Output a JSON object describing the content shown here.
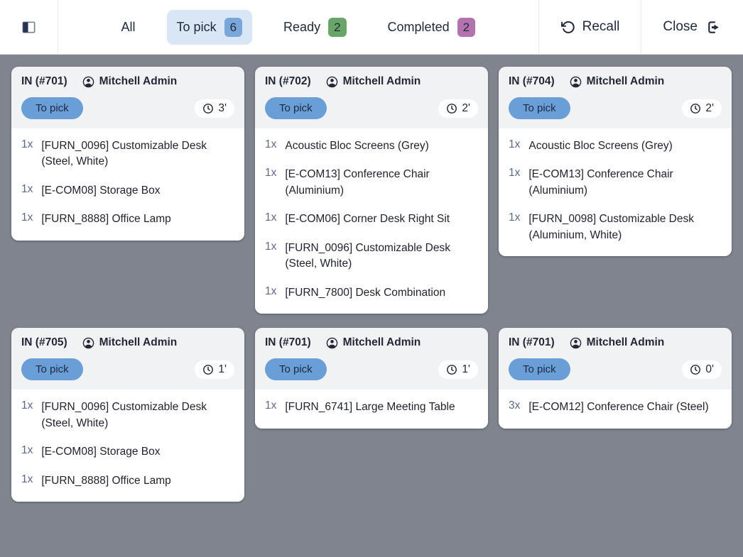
{
  "topbar": {
    "filters": {
      "all": {
        "label": "All"
      },
      "to_pick": {
        "label": "To pick",
        "count": "6"
      },
      "ready": {
        "label": "Ready",
        "count": "2"
      },
      "completed": {
        "label": "Completed",
        "count": "2"
      }
    },
    "recall": {
      "label": "Recall"
    },
    "close": {
      "label": "Close"
    }
  },
  "cards": [
    {
      "title": "IN (#701)",
      "owner": "Mitchell Admin",
      "status": "To pick",
      "time": "3'",
      "items": [
        {
          "qty": "1x",
          "name": "[FURN_0096] Customizable Desk (Steel, White)"
        },
        {
          "qty": "1x",
          "name": "[E-COM08] Storage Box"
        },
        {
          "qty": "1x",
          "name": "[FURN_8888] Office Lamp"
        }
      ]
    },
    {
      "title": "IN (#702)",
      "owner": "Mitchell Admin",
      "status": "To pick",
      "time": "2'",
      "items": [
        {
          "qty": "1x",
          "name": "Acoustic Bloc Screens (Grey)"
        },
        {
          "qty": "1x",
          "name": "[E-COM13] Conference Chair (Aluminium)"
        },
        {
          "qty": "1x",
          "name": "[E-COM06] Corner Desk Right Sit"
        },
        {
          "qty": "1x",
          "name": "[FURN_0096] Customizable Desk (Steel, White)"
        },
        {
          "qty": "1x",
          "name": "[FURN_7800] Desk Combination"
        }
      ]
    },
    {
      "title": "IN (#704)",
      "owner": "Mitchell Admin",
      "status": "To pick",
      "time": "2'",
      "items": [
        {
          "qty": "1x",
          "name": "Acoustic Bloc Screens (Grey)"
        },
        {
          "qty": "1x",
          "name": "[E-COM13] Conference Chair (Aluminium)"
        },
        {
          "qty": "1x",
          "name": "[FURN_0098] Customizable Desk (Aluminium, White)"
        }
      ]
    },
    {
      "title": "IN (#705)",
      "owner": "Mitchell Admin",
      "status": "To pick",
      "time": "1'",
      "items": [
        {
          "qty": "1x",
          "name": "[FURN_0096] Customizable Desk (Steel, White)"
        },
        {
          "qty": "1x",
          "name": "[E-COM08] Storage Box"
        },
        {
          "qty": "1x",
          "name": "[FURN_8888] Office Lamp"
        }
      ]
    },
    {
      "title": "IN (#701)",
      "owner": "Mitchell Admin",
      "status": "To pick",
      "time": "1'",
      "items": [
        {
          "qty": "1x",
          "name": "[FURN_6741] Large Meeting Table"
        }
      ]
    },
    {
      "title": "IN (#701)",
      "owner": "Mitchell Admin",
      "status": "To pick",
      "time": "0'",
      "items": [
        {
          "qty": "3x",
          "name": "[E-COM12] Conference Chair (Steel)"
        }
      ]
    }
  ],
  "colors": {
    "accent_blue": "#699ed6",
    "tab_bg": "#d9e6f6",
    "count_blue": "#79a7da",
    "ready_green": "#69a469",
    "completed_purple": "#b273af",
    "board_bg": "#80848e",
    "text_dark": "#222a3a"
  }
}
